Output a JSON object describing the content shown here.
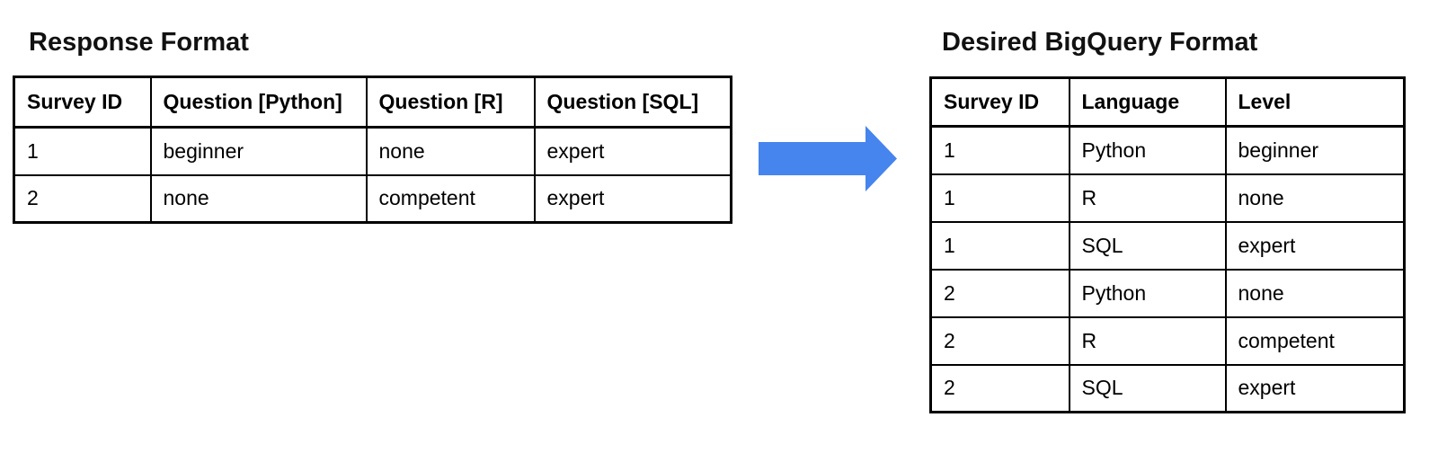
{
  "left_panel": {
    "title": "Response Format",
    "table": {
      "headers": [
        "Survey ID",
        "Question [Python]",
        "Question [R]",
        "Question [SQL]"
      ],
      "rows": [
        [
          "1",
          "beginner",
          "none",
          "expert"
        ],
        [
          "2",
          "none",
          "competent",
          "expert"
        ]
      ]
    }
  },
  "right_panel": {
    "title": "Desired BigQuery Format",
    "table": {
      "headers": [
        "Survey ID",
        "Language",
        "Level"
      ],
      "rows": [
        [
          "1",
          "Python",
          "beginner"
        ],
        [
          "1",
          "R",
          "none"
        ],
        [
          "1",
          "SQL",
          "expert"
        ],
        [
          "2",
          "Python",
          "none"
        ],
        [
          "2",
          "R",
          "competent"
        ],
        [
          "2",
          "SQL",
          "expert"
        ]
      ]
    }
  },
  "arrow": {
    "meaning": "transforms-into",
    "direction": "right",
    "color": "#4684ee"
  },
  "colors": {
    "background": "#ffffff",
    "border": "#000000",
    "text": "#000000",
    "title": "#111111"
  }
}
